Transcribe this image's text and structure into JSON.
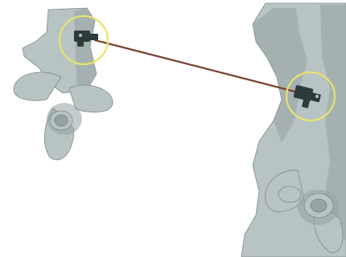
{
  "illustration": {
    "colors": {
      "background": "#ffffff",
      "drive_fill": "#b8c3c3",
      "drive_shadow": "#96a3a3",
      "drive_outline": "#7e8b8b",
      "tie_bar": "#7a4030",
      "clamp": "#2e3b3b",
      "highlight_ring": "#e7e36a"
    },
    "elements": [
      "left-outboard-lower-unit",
      "right-outboard-lower-unit",
      "tie-bar-rod",
      "left-rod-end-bracket",
      "right-rod-end-bracket",
      "left-highlight-circle",
      "right-highlight-circle"
    ]
  }
}
